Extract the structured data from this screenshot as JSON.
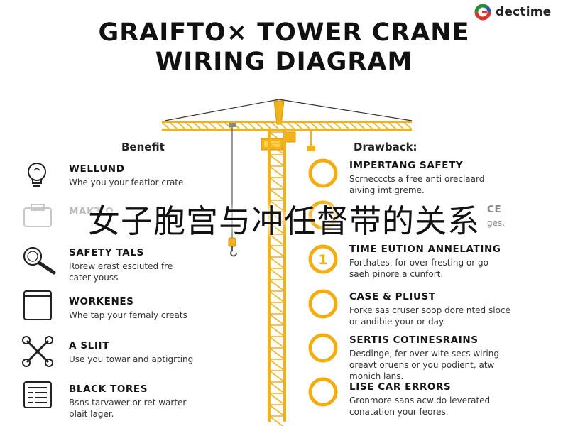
{
  "logo": {
    "text": "dectime",
    "colors": [
      "#d8362b",
      "#2e8b3d",
      "#2e5aa8"
    ]
  },
  "title": {
    "line1": "GRAIFTO× TOWER CRANE",
    "line2": "WIRING DIAGRAM"
  },
  "columns": {
    "left": "Benefit",
    "right": "Drawback:"
  },
  "overlay_text": "女子胞宫与冲任督带的关系",
  "colors": {
    "crane": "#f2b21c",
    "crane_dark": "#d4950e",
    "ring": "#f0ae14"
  },
  "benefits": [
    {
      "icon": "lightbulb-icon",
      "name": "WELLUND",
      "desc": [
        "Whe you your featior crate"
      ],
      "faint": false
    },
    {
      "icon": "tablet-icon",
      "name": "MAKT O",
      "desc": [],
      "faint": true
    },
    {
      "icon": "magnifier-icon",
      "name": "SAFETY TALS",
      "desc": [
        "Rorew erast esciuted fre",
        "cater youss"
      ],
      "faint": false
    },
    {
      "icon": "device-icon",
      "name": "WORKENES",
      "desc": [
        "Whe tap your femaly creats"
      ],
      "faint": false
    },
    {
      "icon": "tools-icon",
      "name": "A SLIIT",
      "desc": [
        "Use you towar and aptigrting"
      ],
      "faint": false
    },
    {
      "icon": "document-icon",
      "name": "BLACK TORES",
      "desc": [
        "Bsns tarvawer or ret warter",
        "plait lager."
      ],
      "faint": false
    }
  ],
  "drawbacks": [
    {
      "icon": "ring-icon",
      "name": "IMPERTANG SAFETY",
      "desc": [
        "Scrnecccts a free anti oreclaard",
        "aiving imtigreme."
      ]
    },
    {
      "icon": "ring-icon",
      "name": "CE",
      "desc": [
        "ges."
      ]
    },
    {
      "icon": "ring-one-icon",
      "glyph": "1",
      "name": "TIME EUTION ANNELATING",
      "desc": [
        "Forthates. for over fresting or go",
        "saeh pinore a cunfort."
      ]
    },
    {
      "icon": "ring-icon",
      "name": "CASE & PLIUST",
      "desc": [
        "Forke sas cruser soop dore nted sloce",
        "or andibie your or day."
      ]
    },
    {
      "icon": "ring-icon",
      "name": "SERTIS COTINESRAINS",
      "desc": [
        "Desdinge, fer over wite secs wiring",
        "oreavt oruens or you podient, atw",
        "monich lans."
      ]
    },
    {
      "icon": "ring-icon",
      "name": "LISE CAR ERRORS",
      "desc": [
        "Gronmore sans acwido leverated",
        "conatation your feores."
      ]
    }
  ]
}
